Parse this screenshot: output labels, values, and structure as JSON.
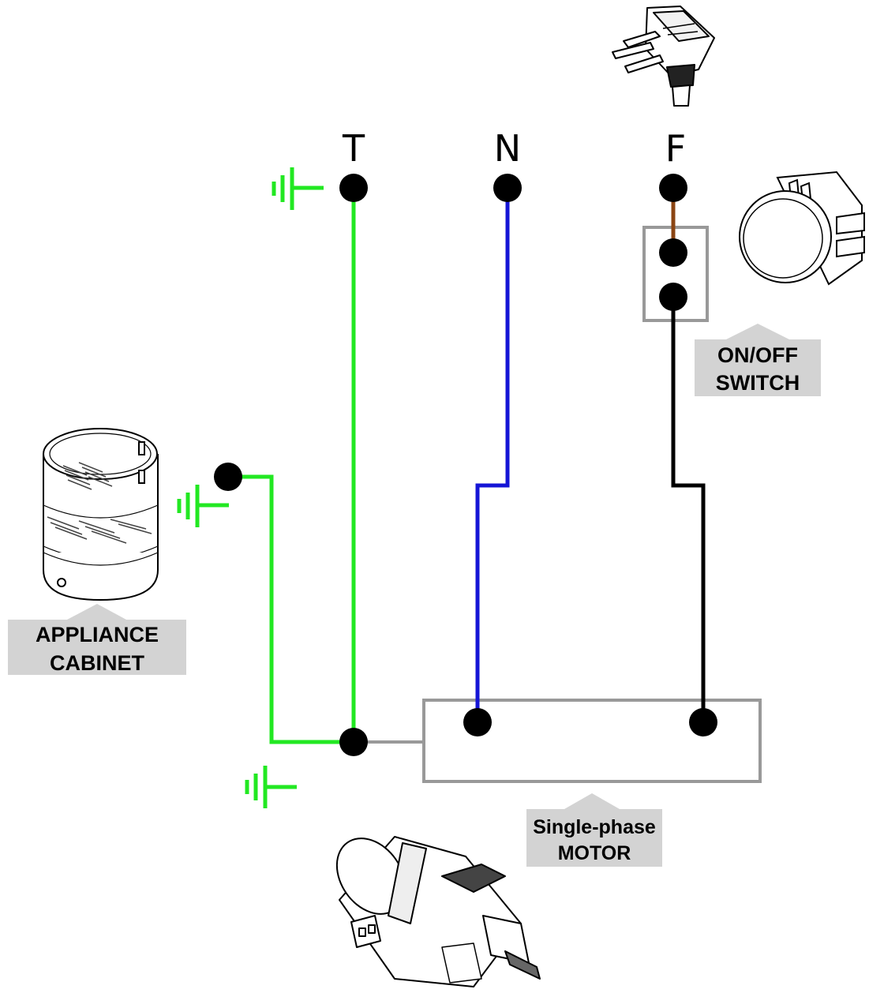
{
  "terminals": {
    "earth": "T",
    "neutral": "N",
    "phase": "F"
  },
  "labels": {
    "switch_line1": "ON/OFF",
    "switch_line2": "SWITCH",
    "cabinet_line1": "APPLIANCE",
    "cabinet_line2": "CABINET",
    "motor_line1": "Single-phase",
    "motor_line2": "MOTOR"
  },
  "colors": {
    "earth_wire": "#22e822",
    "neutral_wire": "#1515d6",
    "phase_wire": "#8b4513",
    "switched_wire": "#000000",
    "box_outline": "#999999",
    "label_fill": "#d3d3d3"
  },
  "icons": [
    "plug-icon",
    "rocker-switch-icon",
    "appliance-cabinet-icon",
    "motor-icon",
    "earth-symbol-icon"
  ]
}
